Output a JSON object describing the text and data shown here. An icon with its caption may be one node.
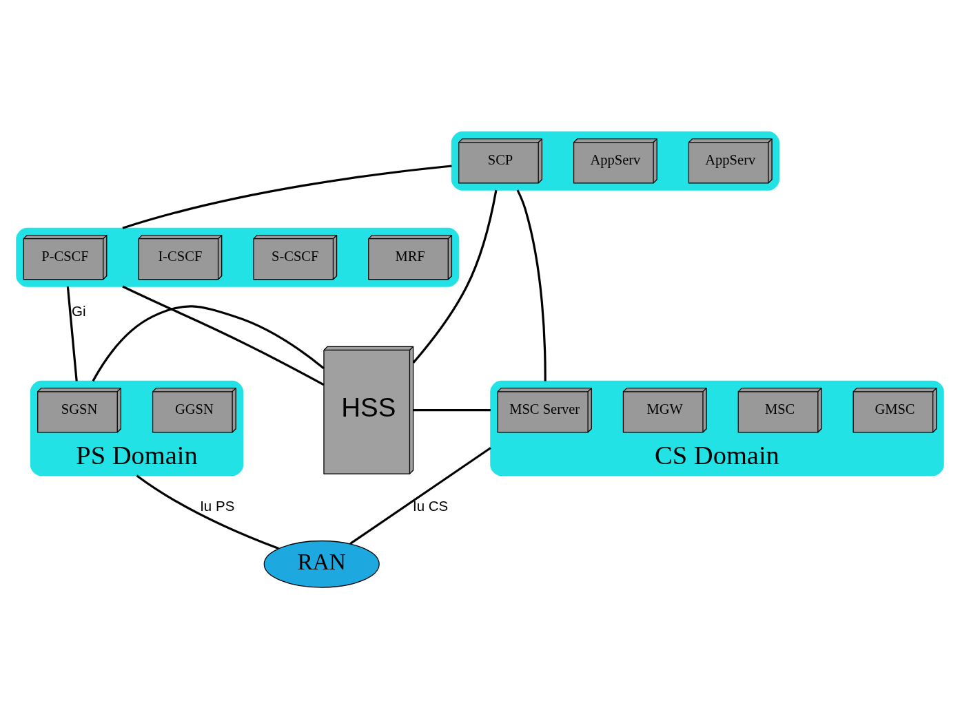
{
  "diagram": {
    "nodes": [
      {
        "text": [],
        "shape": "ellipse"
      },
      {
        "text": [
          "AppServ"
        ],
        "in": 0
      },
      {
        "text": [
          "AppServ"
        ],
        "in": 0
      },
      {
        "text": [
          "SCP"
        ],
        "in": 0
      },
      {
        "text": [],
        "shape": "ellipse"
      },
      {
        "text": [
          "MRF"
        ],
        "in": 4
      },
      {
        "text": [
          "S-CSCF"
        ],
        "in": 4
      },
      {
        "text": [
          "I-CSCF"
        ],
        "in": 4
      },
      {
        "text": [
          "P-CSCF"
        ],
        "in": 4
      },
      {
        "text": [
          "HSS"
        ]
      },
      {
        "text": [],
        "shape": "ellipse",
        "beside": [
          "CS Domain"
        ]
      },
      {
        "text": [
          "GMSC"
        ],
        "in": 10
      },
      {
        "text": [
          "MSC"
        ],
        "in": 10
      },
      {
        "text": [
          "MGW"
        ],
        "in": 10
      },
      {
        "text": [
          "MSC Server"
        ],
        "in": 10
      },
      {
        "text": [],
        "shape": "ellipse",
        "beside": [
          "PS Domain"
        ]
      },
      {
        "text": [
          "GGSN"
        ],
        "in": 15
      },
      {
        "text": [
          "SGSN"
        ],
        "in": 15
      },
      {
        "text": [
          "RAN"
        ]
      }
    ],
    "edges": [
      {
        "from": 0,
        "to": 4,
        "arrow": "none"
      },
      {
        "from": 0,
        "to": 9,
        "arrow": "none"
      },
      {
        "from": 4,
        "to": 9,
        "arrow": "none"
      },
      {
        "from": 0,
        "to": 10,
        "arrow": "none"
      },
      {
        "from": 4,
        "to": 15,
        "arrow": "none",
        "label": "Gi"
      },
      {
        "from": 10,
        "to": 9,
        "arrow": "none"
      },
      {
        "from": 15,
        "to": 9,
        "arrow": "none"
      },
      {
        "from": 10,
        "to": 18,
        "arrow": "none",
        "label": "Iu CS"
      },
      {
        "from": 15,
        "to": 18,
        "arrow": "none",
        "label": "Iu PS"
      }
    ]
  }
}
